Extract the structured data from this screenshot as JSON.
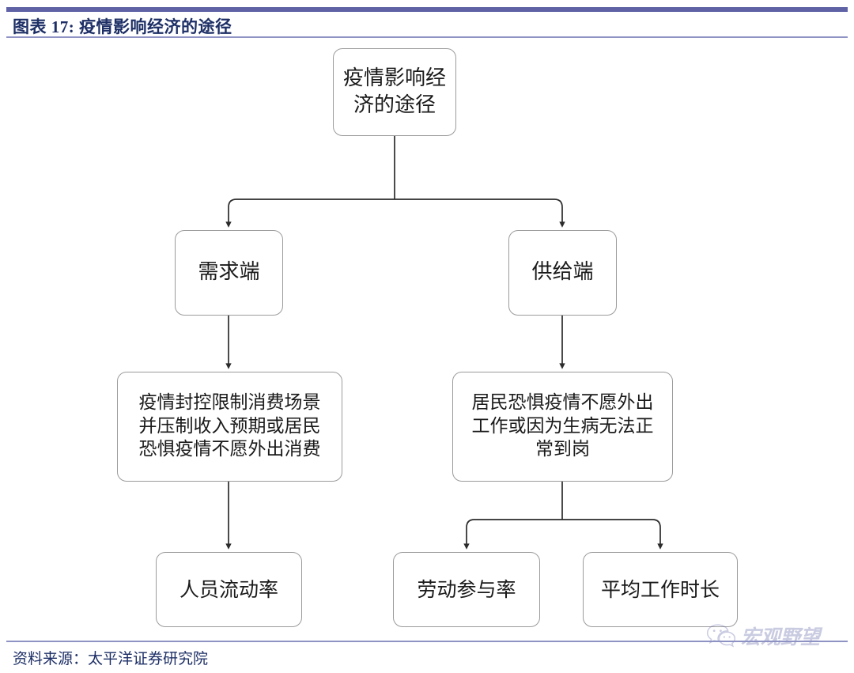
{
  "header": {
    "figure_label": "图表 17:",
    "title": "疫情影响经济的途径",
    "full_title": "图表 17:  疫情影响经济的途径",
    "rule_color": "#5f63a6",
    "text_color": "#1d2f66"
  },
  "footer": {
    "source_label": "资料来源:",
    "source_value": "太平洋证券研究院",
    "full_text": "资料来源：太平洋证券研究院"
  },
  "watermark": {
    "icon": "wechat-icon",
    "text": "宏观野望",
    "color": "#5f63a6"
  },
  "diagram": {
    "type": "flowchart",
    "orientation": "top-down",
    "node_border_color": "#9b9b9b",
    "node_fill": "#ffffff",
    "edge_color": "#2b2b2b",
    "nodes": [
      {
        "id": "root",
        "label": "疫情影响经\n济的途径",
        "level": 0
      },
      {
        "id": "demand",
        "label": "需求端",
        "level": 1
      },
      {
        "id": "supply",
        "label": "供给端",
        "level": 1
      },
      {
        "id": "demand_desc",
        "label": "疫情封控限制消费场景\n并压制收入预期或居民\n恐惧疫情不愿外出消费",
        "level": 2
      },
      {
        "id": "supply_desc",
        "label": "居民恐惧疫情不愿外出\n工作或因为生病无法正\n常到岗",
        "level": 2
      },
      {
        "id": "leaf_a",
        "label": "人员流动率",
        "level": 3
      },
      {
        "id": "leaf_b",
        "label": "劳动参与率",
        "level": 3
      },
      {
        "id": "leaf_c",
        "label": "平均工作时长",
        "level": 3
      }
    ],
    "edges": [
      {
        "from": "root",
        "to": "demand",
        "style": "elbow-arrow"
      },
      {
        "from": "root",
        "to": "supply",
        "style": "elbow-arrow"
      },
      {
        "from": "demand",
        "to": "demand_desc",
        "style": "straight-arrow"
      },
      {
        "from": "supply",
        "to": "supply_desc",
        "style": "straight-arrow"
      },
      {
        "from": "demand_desc",
        "to": "leaf_a",
        "style": "straight-arrow"
      },
      {
        "from": "supply_desc",
        "to": "leaf_b",
        "style": "elbow-arrow"
      },
      {
        "from": "supply_desc",
        "to": "leaf_c",
        "style": "elbow-arrow"
      }
    ]
  }
}
